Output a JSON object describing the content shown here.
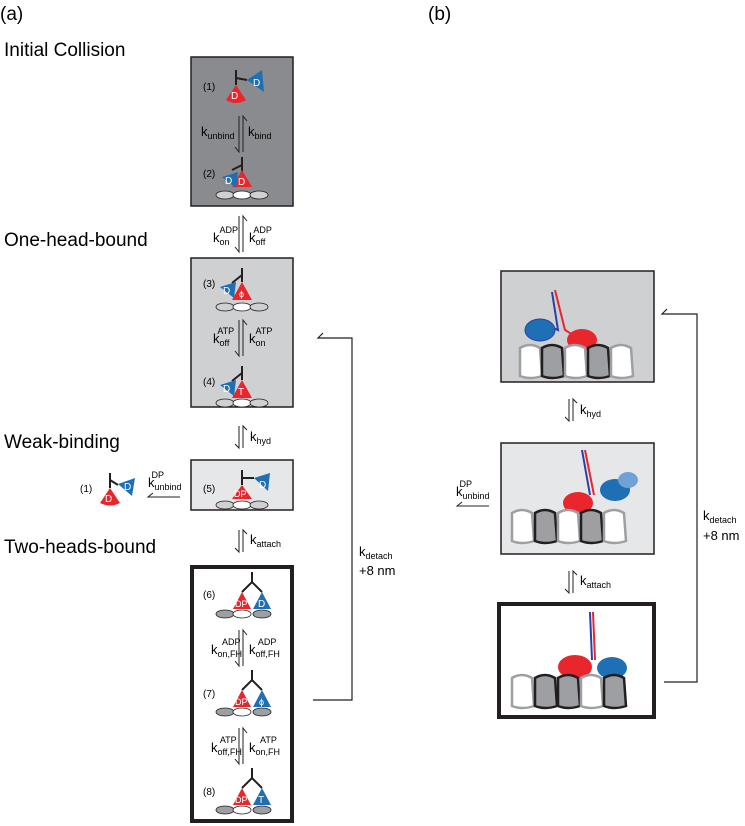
{
  "panel_a": {
    "label": "(a)",
    "sections": {
      "initial": "Initial Collision",
      "one_head": "One-head-bound",
      "weak": "Weak-binding",
      "two_heads": "Two-heads-bound"
    },
    "states": {
      "s1": "(1)",
      "s2": "(2)",
      "s3": "(3)",
      "s4": "(4)",
      "s5": "(5)",
      "s6": "(6)",
      "s7": "(7)",
      "s8": "(8)",
      "s1b": "(1)"
    },
    "head_labels": {
      "d": "D",
      "t": "T",
      "dp": "DP",
      "phi": "ϕ"
    },
    "rates": {
      "k": "k",
      "unbind": "unbind",
      "bind": "bind",
      "on": "on",
      "off": "off",
      "adp": "ADP",
      "atp": "ATP",
      "hyd": "hyd",
      "attach": "attach",
      "dp": "DP",
      "on_fh": "on,FH",
      "off_fh": "off,FH",
      "detach": "detach",
      "step": "+8 nm"
    }
  },
  "panel_b": {
    "label": "(b)",
    "rates": {
      "k": "k",
      "hyd": "hyd",
      "attach": "attach",
      "unbind": "unbind",
      "dp": "DP",
      "detach": "detach",
      "step": "+8 nm"
    }
  },
  "colors": {
    "box_dark": "#8a8b8e",
    "box_mid": "#cfd0d2",
    "box_light": "#e6e7e8",
    "red_head": "#e8262c",
    "blue_head": "#1f6fb4",
    "light_blue": "#6fa3d8",
    "mt_gray": "#9d9fa2",
    "outline": "#231f20"
  }
}
